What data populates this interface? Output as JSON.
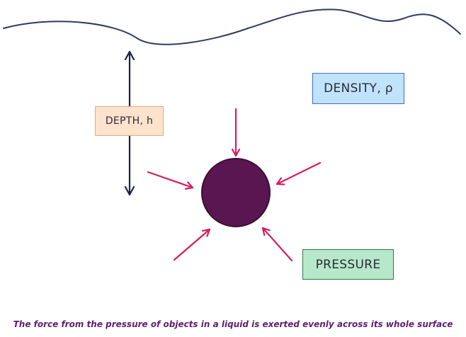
{
  "colors": {
    "water_line": "#2d3b66",
    "depth_arrow": "#1f2340",
    "pressure_arrows": "#d81b60",
    "object_fill": "#5a1650",
    "object_stroke": "#3a0d34",
    "depth_box_fill": "#fde2cc",
    "depth_box_border": "#e9a880",
    "density_box_fill": "#bfe3fb",
    "density_box_border": "#3d6fd1",
    "pressure_box_fill": "#b6e8c9",
    "pressure_box_border": "#2c7a4a",
    "caption_text": "#5e1e6f"
  },
  "labels": {
    "depth": "DEPTH, h",
    "density": "DENSITY, ρ",
    "pressure": "PRESSURE"
  },
  "caption": "The force from the pressure of objects in a liquid is exerted evenly across its whole surface",
  "icons": {
    "object": "submerged-object-circle",
    "arrows": "pressure-arrow-icon",
    "depth": "double-headed-arrow-icon"
  }
}
